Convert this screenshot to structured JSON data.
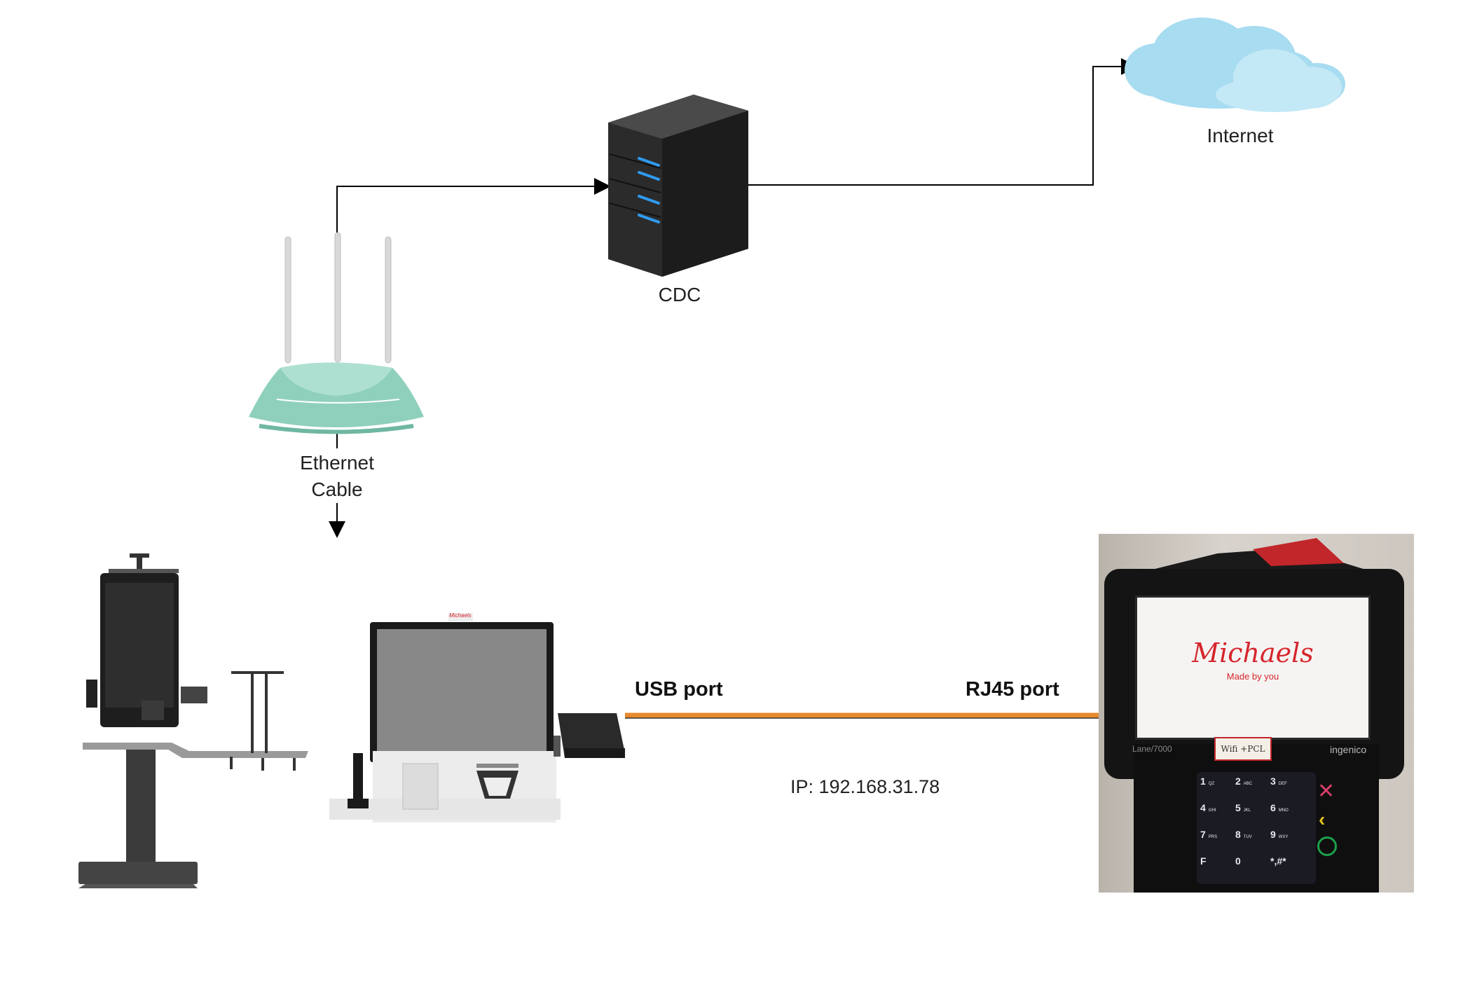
{
  "nodes": {
    "internet": {
      "label": "Internet"
    },
    "server": {
      "label": "CDC"
    },
    "router": {},
    "cable": {
      "label_line1": "Ethernet",
      "label_line2": "Cable"
    },
    "kiosk_stand": {},
    "kiosk_counter": {
      "brand": "Michaels"
    },
    "payment_terminal": {
      "brand": "Michaels",
      "tagline": "Made by you",
      "model": "Lane/7000",
      "maker": "ingenico",
      "sticker": "Wifi +PCL",
      "keys": [
        {
          "num": "1",
          "sub": "QZ"
        },
        {
          "num": "2",
          "sub": "ABC"
        },
        {
          "num": "3",
          "sub": "DEF"
        },
        {
          "num": "4",
          "sub": "GHI"
        },
        {
          "num": "5",
          "sub": "JKL"
        },
        {
          "num": "6",
          "sub": "MNO"
        },
        {
          "num": "7",
          "sub": "PRS"
        },
        {
          "num": "8",
          "sub": "TUV"
        },
        {
          "num": "9",
          "sub": "WXY"
        },
        {
          "num": "F",
          "sub": ""
        },
        {
          "num": "0",
          "sub": ""
        },
        {
          "num": "*,#*",
          "sub": ""
        }
      ]
    }
  },
  "links": {
    "usb_label": "USB port",
    "rj45_label": "RJ45 port",
    "ip_label": "IP: 192.168.31.78"
  },
  "colors": {
    "cable_orange": "#e8892b",
    "server_led": "#2f9bf0",
    "router_body": "#8fd0bd",
    "cloud": "#a8dcf0",
    "michaels_red": "#d5262c"
  },
  "icons": [
    "cloud-icon",
    "server-icon",
    "router-icon",
    "kiosk-stand-image",
    "kiosk-counter-image",
    "payment-terminal-image"
  ]
}
